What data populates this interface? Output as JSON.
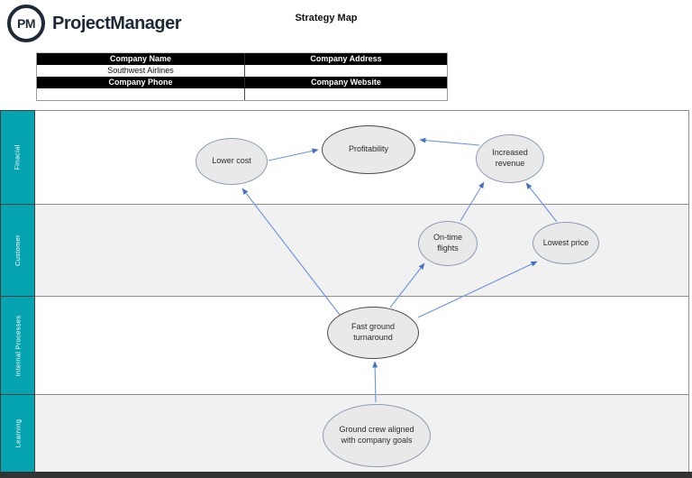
{
  "header": {
    "logo_text": "PM",
    "brand": "ProjectManager",
    "title": "Strategy Map"
  },
  "company_table": {
    "rows": [
      {
        "type": "header",
        "cells": [
          "Company Name",
          "Company Address"
        ]
      },
      {
        "type": "data",
        "cells": [
          "Southwest Airlines",
          ""
        ]
      },
      {
        "type": "header",
        "cells": [
          "Company Phone",
          "Company Website"
        ]
      },
      {
        "type": "data",
        "cells": [
          "",
          ""
        ]
      }
    ]
  },
  "perspectives": [
    {
      "label": "Finacial"
    },
    {
      "label": "Customer"
    },
    {
      "label": "Internal Processes"
    },
    {
      "label": "Learning"
    }
  ],
  "nodes": [
    {
      "label": "Lower cost",
      "band": "Finacial"
    },
    {
      "label": "Profitability",
      "band": "Finacial"
    },
    {
      "label": "Increased revenue",
      "band": "Finacial"
    },
    {
      "label": "On-time flights",
      "band": "Customer"
    },
    {
      "label": "Lowest price",
      "band": "Customer"
    },
    {
      "label": "Fast ground turnaround",
      "band": "Internal Processes"
    },
    {
      "label": "Ground crew aligned with company goals",
      "band": "Learning"
    }
  ],
  "edges": [
    {
      "from": "Lower cost",
      "to": "Profitability"
    },
    {
      "from": "Increased revenue",
      "to": "Profitability"
    },
    {
      "from": "On-time flights",
      "to": "Increased revenue"
    },
    {
      "from": "Lowest price",
      "to": "Increased revenue"
    },
    {
      "from": "Fast ground turnaround",
      "to": "Lower cost"
    },
    {
      "from": "Fast ground turnaround",
      "to": "On-time flights"
    },
    {
      "from": "Fast ground turnaround",
      "to": "Lowest price"
    },
    {
      "from": "Ground crew aligned with company goals",
      "to": "Fast ground turnaround"
    }
  ],
  "colors": {
    "brand_navy": "#1e2a38",
    "teal": "#06a4b0",
    "band_alt_gray": "#f1f1f1",
    "node_fill": "#e9e9e9",
    "node_border_blue": "#8d9cb5",
    "node_border_dark": "#4a4a4a",
    "arrow_blue": "#4472c4",
    "table_header_bg": "#000000",
    "table_header_text": "#ffffff"
  }
}
